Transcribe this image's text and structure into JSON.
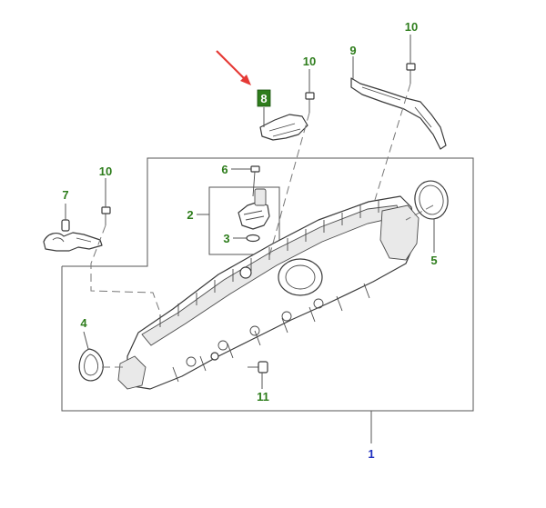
{
  "callouts": {
    "c1": "1",
    "c2": "2",
    "c3": "3",
    "c4": "4",
    "c5": "5",
    "c6": "6",
    "c7": "7",
    "c8": "8",
    "c9": "9",
    "c10a": "10",
    "c10b": "10",
    "c10c": "10",
    "c11": "11"
  },
  "colors": {
    "callout_green": "#2e7d1c",
    "callout_blue": "#1f2fbf",
    "highlight_arrow": "#e53935",
    "highlight_badge": "#2e7d1c",
    "linework": "#3a3a3a"
  }
}
